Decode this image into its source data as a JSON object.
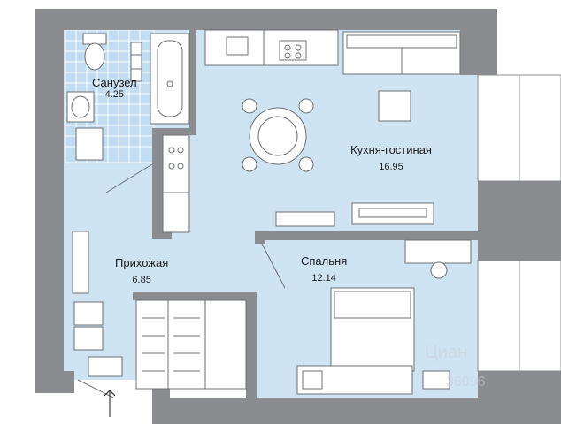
{
  "rooms": [
    {
      "id": "bathroom",
      "name": "Санузел",
      "area": "4.25"
    },
    {
      "id": "kitchen-living",
      "name": "Кухня-гостиная",
      "area": "16.95"
    },
    {
      "id": "hallway",
      "name": "Прихожая",
      "area": "6.85"
    },
    {
      "id": "bedroom",
      "name": "Спальня",
      "area": "12.14"
    }
  ],
  "watermark": {
    "line1": "Циан",
    "line2": "36096"
  },
  "colors": {
    "wall": "#8a8c8f",
    "floor": "#cfe4f3",
    "tile": "#c2ddf2",
    "furniture": "#ffffff",
    "outline": "#6b6f74",
    "accent": "#a8d0ec"
  }
}
